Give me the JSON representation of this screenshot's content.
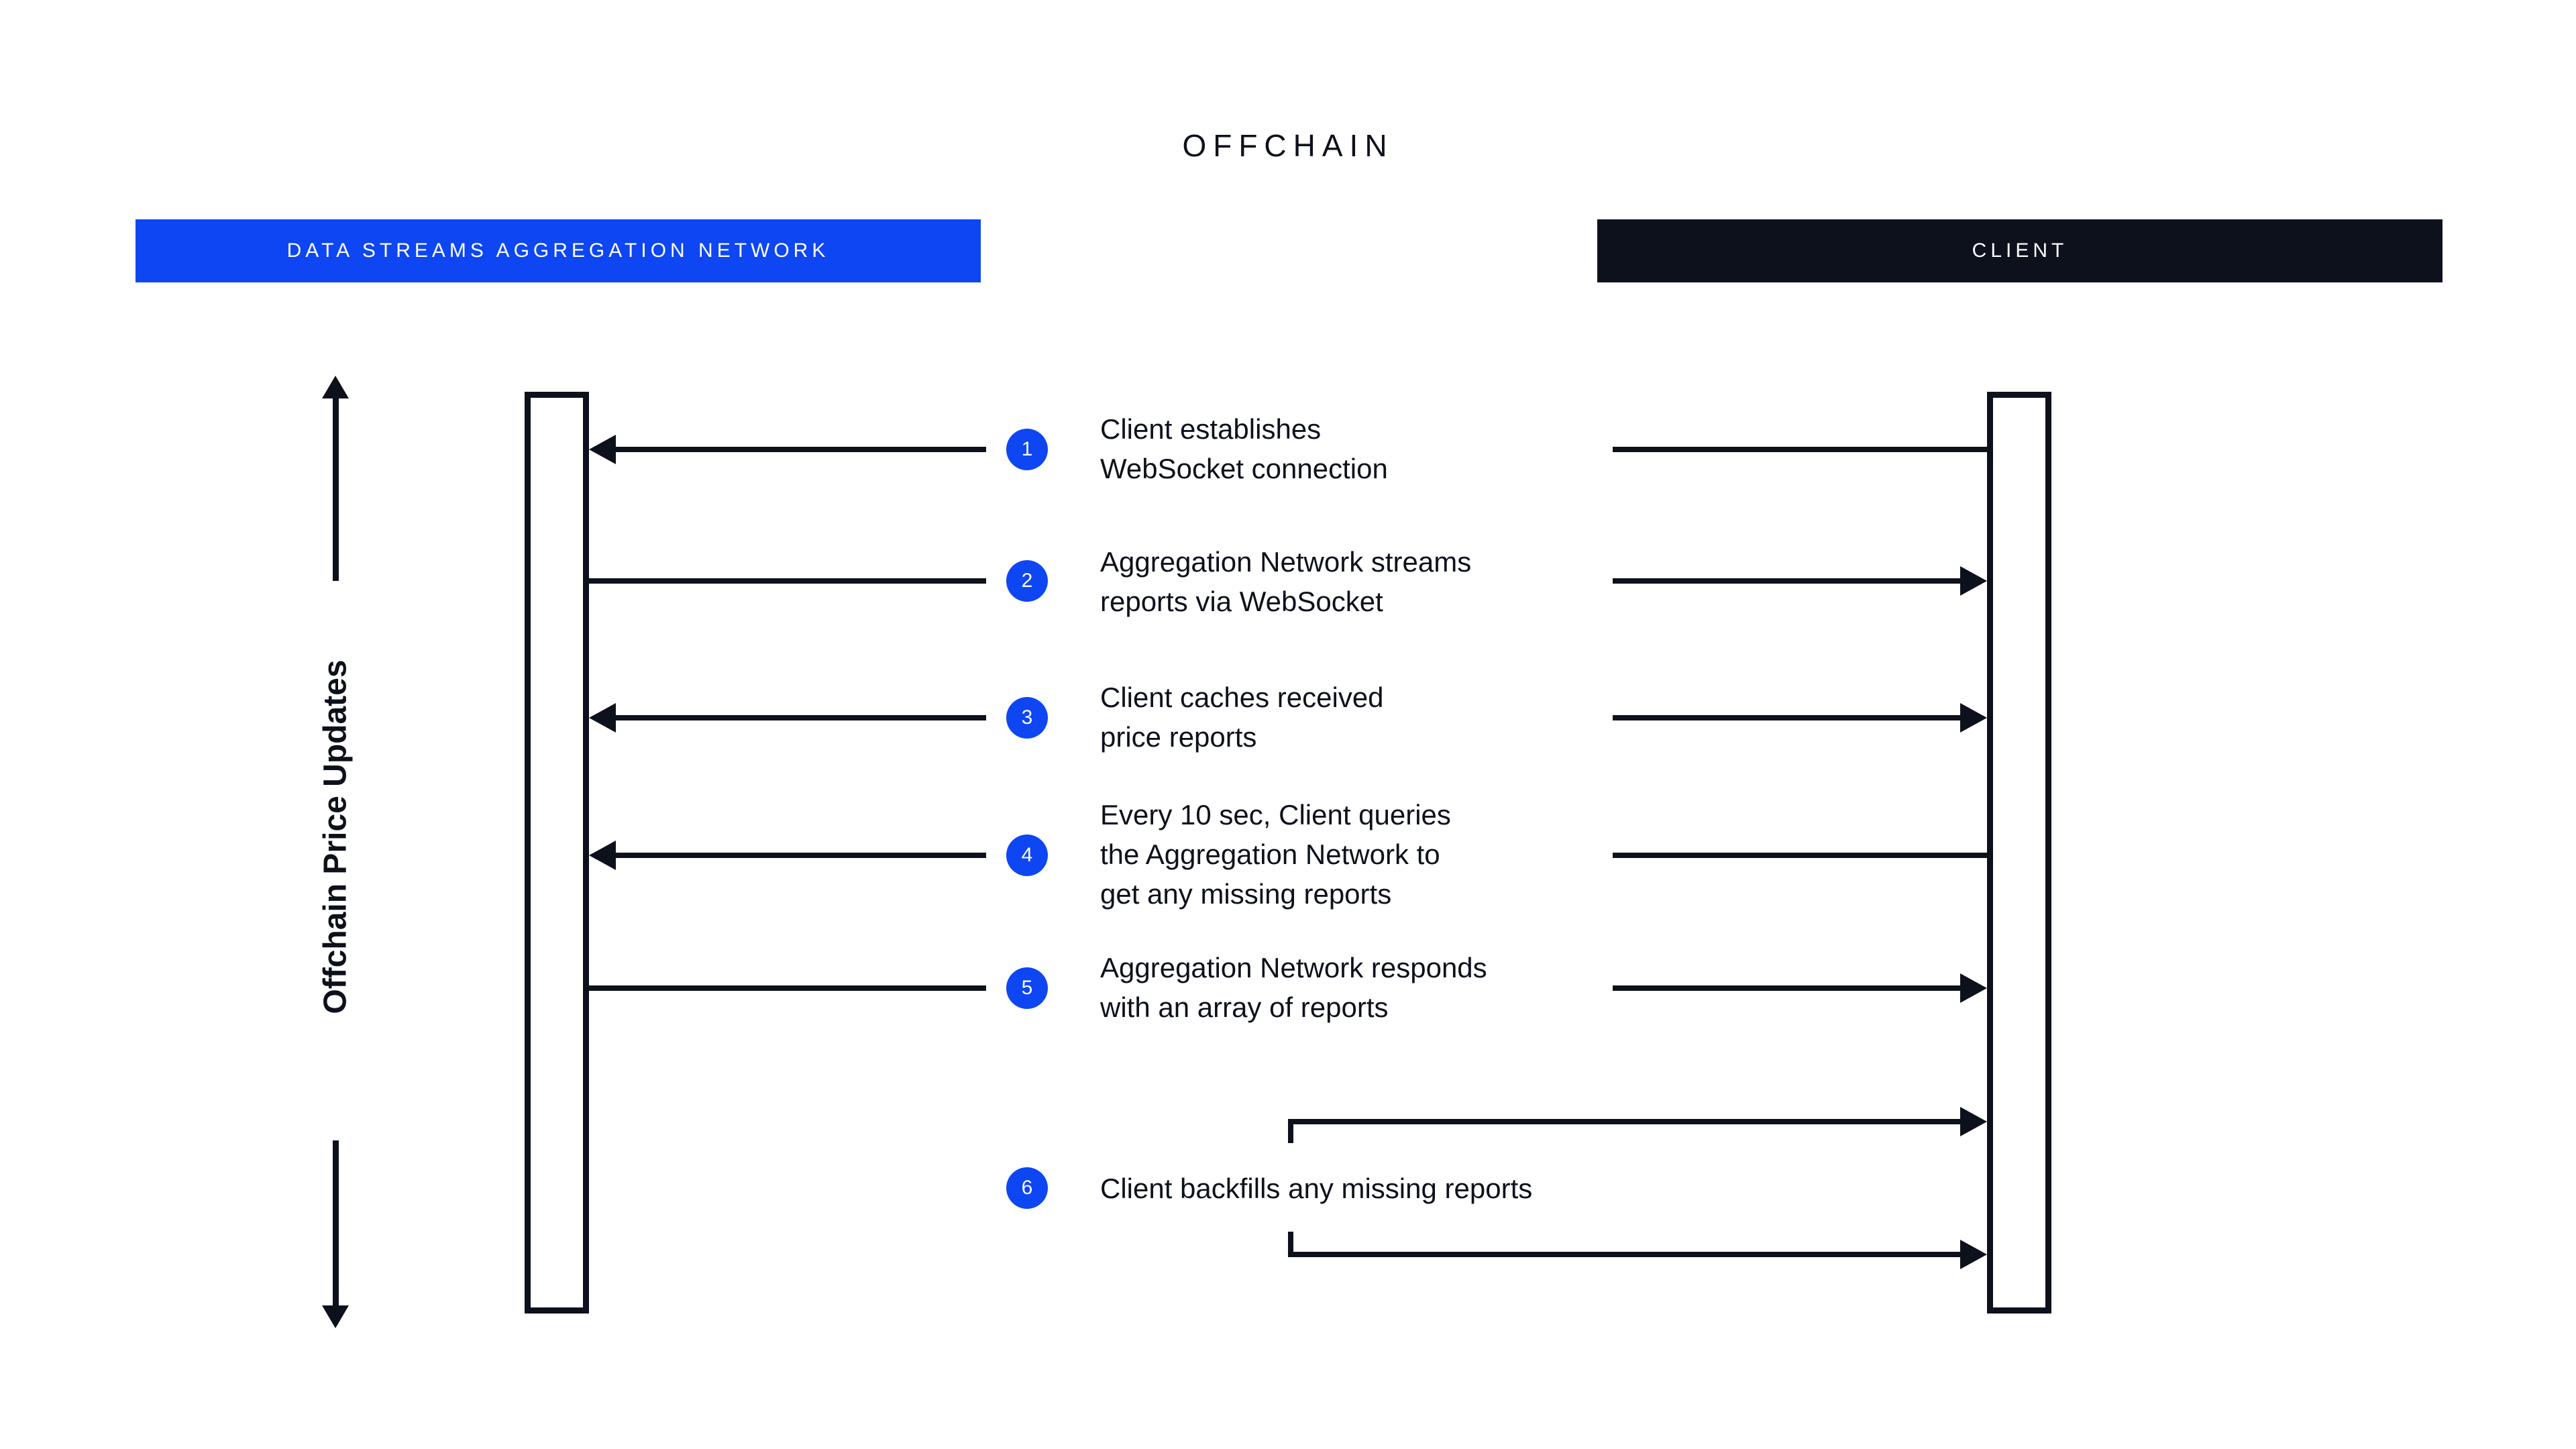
{
  "diagram": {
    "title": "OFFCHAIN",
    "axis_label": "Offchain Price Updates",
    "actors": [
      {
        "id": "aggregation",
        "label": "DATA STREAMS AGGREGATION NETWORK",
        "color": "#0D46F2"
      },
      {
        "id": "client",
        "label": "CLIENT",
        "color": "#0D111C"
      }
    ],
    "steps": [
      {
        "number": "1",
        "text": "Client establishes\nWebSocket connection"
      },
      {
        "number": "2",
        "text": "Aggregation Network streams\nreports via WebSocket"
      },
      {
        "number": "3",
        "text": "Client caches received\nprice reports"
      },
      {
        "number": "4",
        "text": "Every 10 sec, Client queries\nthe Aggregation Network to\nget any missing reports"
      },
      {
        "number": "5",
        "text": "Aggregation Network responds\nwith an array of reports"
      },
      {
        "number": "6",
        "text": "Client backfills any missing reports"
      }
    ],
    "colors": {
      "accent_blue": "#0D46F2",
      "ink": "#0D111C",
      "background": "#FFFFFF"
    }
  }
}
